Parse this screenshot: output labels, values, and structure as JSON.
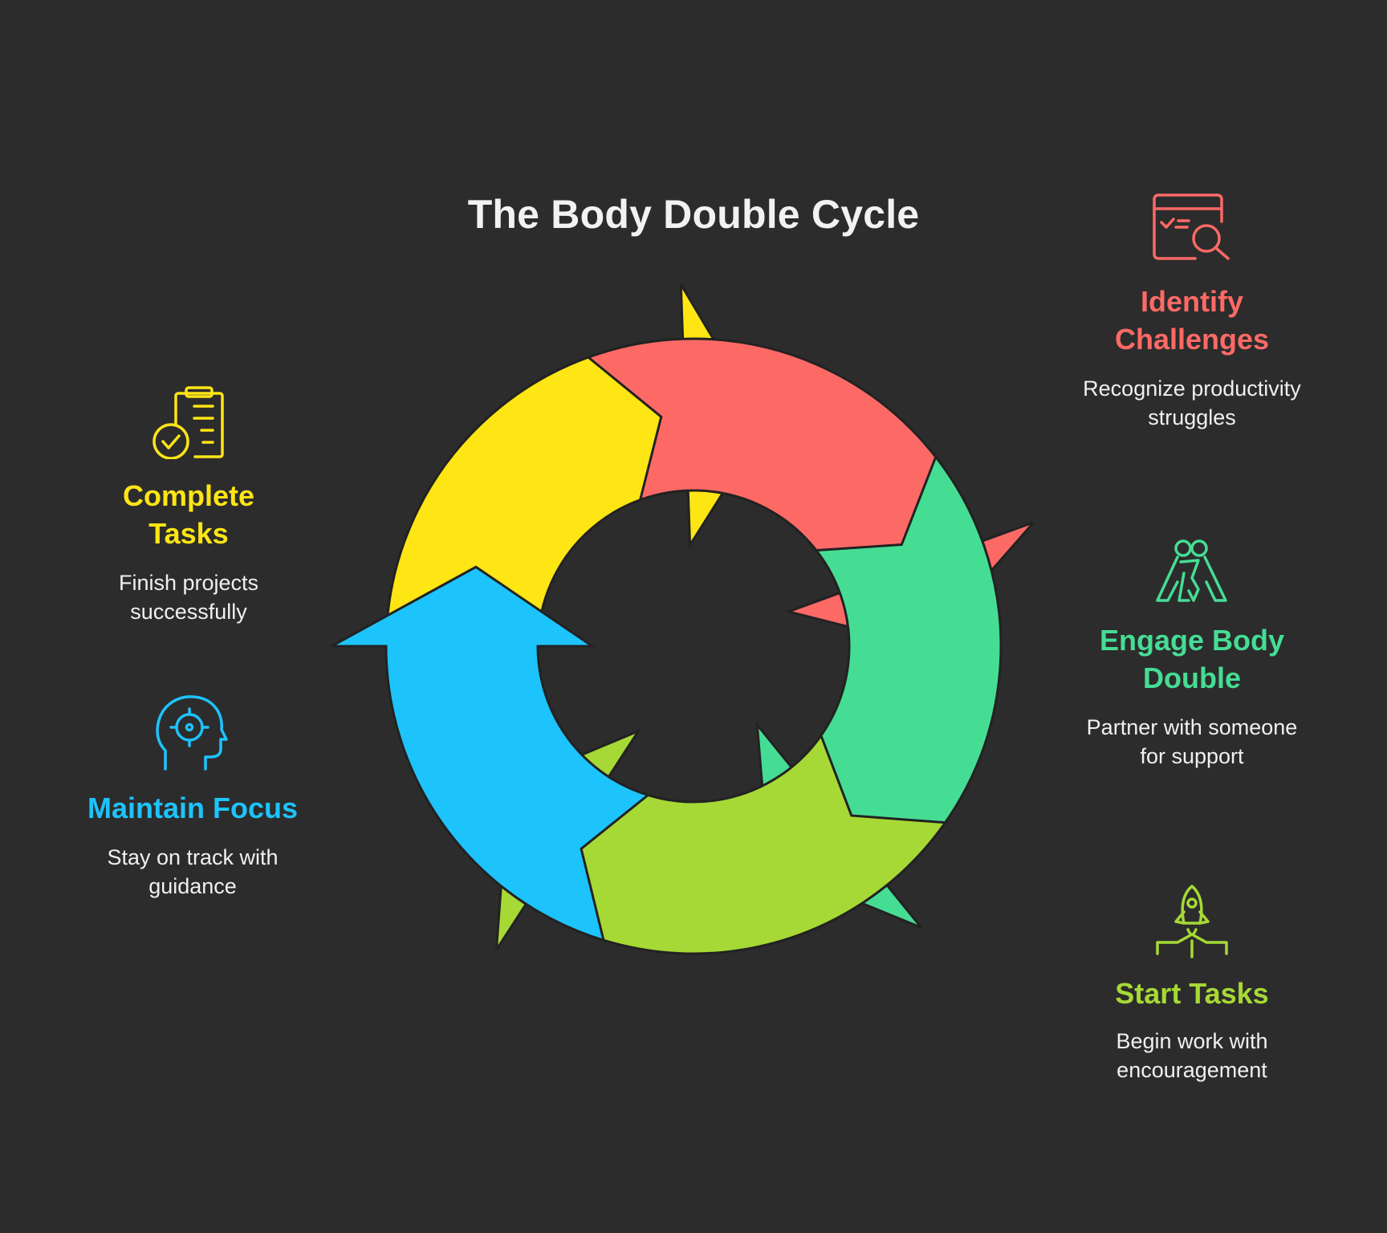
{
  "title": "The Body Double Cycle",
  "colors": {
    "background": "#2c2c2c",
    "red": "#fd6a66",
    "green": "#45dd94",
    "lime": "#a6d935",
    "blue": "#1dc3fb",
    "yellow": "#fee514",
    "outline": "#222222"
  },
  "steps": [
    {
      "key": "identify",
      "heading": "Identify Challenges",
      "description": "Recognize productivity struggles",
      "icon": "checklist-search-icon",
      "color": "#fd6a66"
    },
    {
      "key": "engage",
      "heading": "Engage Body Double",
      "description": "Partner with someone for support",
      "icon": "partners-icon",
      "color": "#45dd94"
    },
    {
      "key": "start",
      "heading": "Start Tasks",
      "description": "Begin work with encouragement",
      "icon": "rocket-launch-icon",
      "color": "#a6d935"
    },
    {
      "key": "focus",
      "heading": "Maintain Focus",
      "description": "Stay on track with guidance",
      "icon": "head-target-icon",
      "color": "#1dc3fb"
    },
    {
      "key": "complete",
      "heading": "Complete Tasks",
      "description": "Finish projects successfully",
      "icon": "clipboard-check-icon",
      "color": "#fee514"
    }
  ]
}
